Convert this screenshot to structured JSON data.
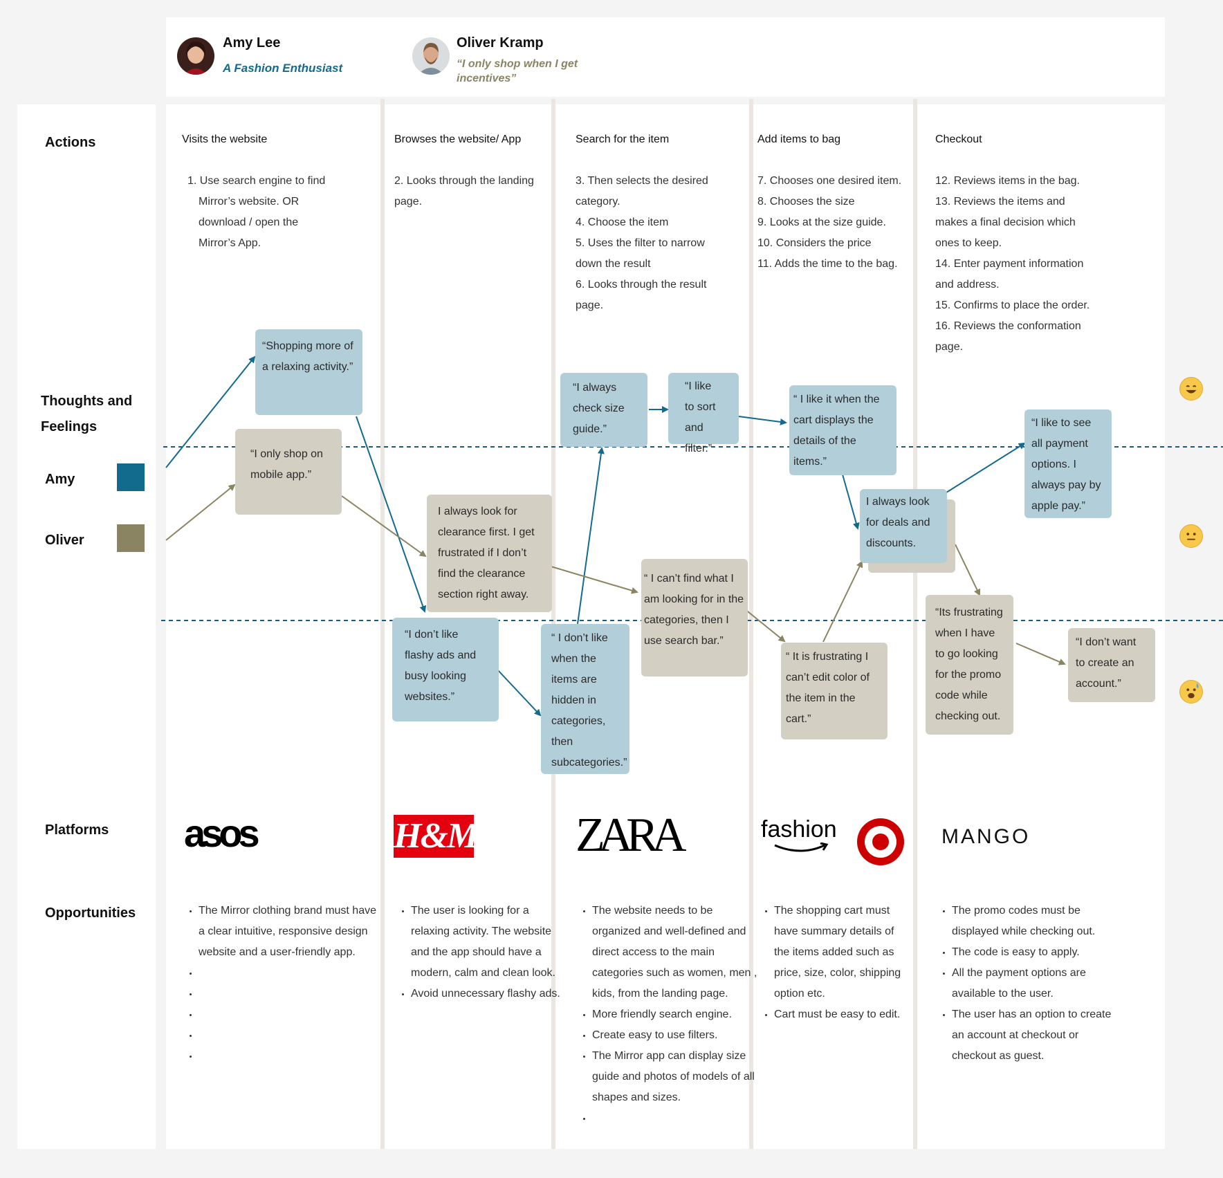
{
  "colors": {
    "amy": "#126a8d",
    "oliver": "#8a8462",
    "amy_box": "#b2cfd9",
    "oliver_box": "#d4cfc3",
    "dashed_line": "#1c5b78"
  },
  "personas": [
    {
      "name": "Amy Lee",
      "subtitle": "A Fashion Enthusiast",
      "icon": "avatar-amy"
    },
    {
      "name": "Oliver Kramp",
      "subtitle": "“I only shop when I get incentives”",
      "icon": "avatar-oliver"
    }
  ],
  "row_labels": {
    "actions": "Actions",
    "thoughts_line1": "Thoughts and",
    "thoughts_line2": "Feelings",
    "amy": "Amy",
    "oliver": "Oliver",
    "platforms": "Platforms",
    "opportunities": "Opportunities"
  },
  "stages": [
    {
      "title": "Visits the website",
      "steps": [
        "1. Use search engine to find",
        "Mirror’s website. OR",
        "download / open the",
        "Mirror’s App."
      ],
      "platform": "asos",
      "opportunities": [
        "The Mirror clothing brand must have a clear intuitive, responsive design website and a user-friendly app.",
        "",
        "",
        "",
        "",
        ""
      ]
    },
    {
      "title": "Browses the website/ App",
      "steps": [
        "2. Looks through the landing",
        "page."
      ],
      "platform": "H&M",
      "opportunities": [
        "The user is looking for a relaxing activity. The website and the app should have a modern, calm and clean look.",
        "Avoid unnecessary flashy ads."
      ]
    },
    {
      "title": "Search for the item",
      "steps": [
        "3. Then selects the desired",
        "category.",
        "4. Choose the item",
        "5. Uses the filter to narrow",
        "down the result",
        "6. Looks through the result",
        "page."
      ],
      "platform": "ZARA",
      "opportunities": [
        "The website needs to be organized and well-defined and direct access to the  main categories such as women, men , kids, from the landing page.",
        "More friendly search engine.",
        "Create easy to use filters.",
        "The Mirror app can display size guide and photos of models of all shapes and sizes.",
        ""
      ]
    },
    {
      "title": "Add items to bag",
      "steps": [
        "7. Chooses one desired item.",
        "8. Chooses the size",
        "9. Looks at the size guide.",
        "10. Considers the price",
        "11. Adds the time to the bag."
      ],
      "platform": "fashion",
      "opportunities": [
        "The shopping cart must have summary details of the items added such as price, size, color, shipping option etc.",
        "Cart must be easy to edit."
      ]
    },
    {
      "title": "Checkout",
      "steps": [
        "12. Reviews items in the bag.",
        "13. Reviews the items and",
        "makes a final decision which",
        "ones to keep.",
        "14. Enter payment information",
        "and address.",
        "15. Confirms to place the order.",
        "16. Reviews the conformation",
        "page."
      ],
      "platform": "MANGO",
      "opportunities": [
        "The promo codes must be displayed while checking out.",
        "The code is easy to apply.",
        "All the payment options are available to the user.",
        "The user has an option to create an account at checkout or checkout as guest."
      ]
    }
  ],
  "thoughts": [
    {
      "persona": "amy",
      "text": "“Shopping more of a relaxing activity.”"
    },
    {
      "persona": "oliver",
      "text": "“I only shop on mobile app.”"
    },
    {
      "persona": "oliver",
      "text": "I always look for clearance first. I get frustrated if I don’t find the clearance section right away."
    },
    {
      "persona": "amy",
      "text": "“I don’t like flashy ads and busy looking websites.”"
    },
    {
      "persona": "amy",
      "text": "“I always check size guide.”"
    },
    {
      "persona": "amy",
      "text": "“I like to sort and filter.”"
    },
    {
      "persona": "amy",
      "text": "“ I don’t like when the items are hidden in categories, then subcategories.”"
    },
    {
      "persona": "oliver",
      "text": "“ I can’t find what I am looking for in the categories, then I use search bar.”"
    },
    {
      "persona": "amy",
      "text": "“ I like it when the cart displays the details of the items.”"
    },
    {
      "persona": "amy",
      "text": "I always look for deals and discounts."
    },
    {
      "persona": "oliver",
      "text": "“ It is frustrating  I can’t edit color of the item in  the cart.”"
    },
    {
      "persona": "amy",
      "text": "“I like to see all payment options. I always pay by apple pay.”"
    },
    {
      "persona": "oliver",
      "text": "“Its frustrating when I have to go looking for the promo code while checking out."
    },
    {
      "persona": "oliver",
      "text": "“I don’t want to create an account.”"
    }
  ],
  "emotions": [
    {
      "icon": "happy-face-icon"
    },
    {
      "icon": "neutral-face-icon"
    },
    {
      "icon": "frustrated-face-icon"
    }
  ]
}
